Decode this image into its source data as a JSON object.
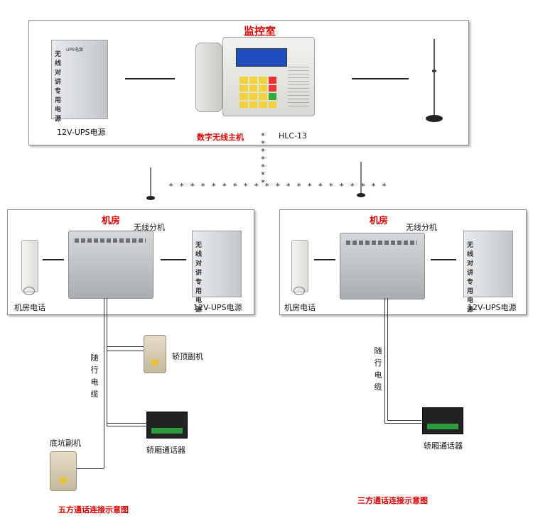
{
  "control_room": {
    "title": "监控室",
    "ups_label": "12V-UPS电源",
    "ups_panel_text": "无线对讲专用电源",
    "ups_brand": "UPS电源",
    "host_label": "数字无线主机",
    "model_label": "HLC-13"
  },
  "machine_room_left": {
    "title": "机房",
    "unit_label": "无线分机",
    "phone_label": "机房电话",
    "ups_label": "12V-UPS电源",
    "ups_panel_text": "无线对讲专用电源",
    "cable_label": "随行电缆",
    "car_top_label": "轿顶副机",
    "car_intercom_label": "轿厢通话器",
    "pit_label": "底坑副机",
    "caption": "五方通话连接示意图"
  },
  "machine_room_right": {
    "title": "机房",
    "unit_label": "无线分机",
    "phone_label": "机房电话",
    "ups_label": "12V-UPS电源",
    "ups_panel_text": "无线对讲专用电源",
    "cable_label": "随行电缆",
    "car_intercom_label": "轿厢通话器",
    "caption": "三方通话连接示意图"
  },
  "signal_marks": "* * * * * * *   * * * * * * * * * * * * * *",
  "colors": {
    "accent": "#e00000",
    "border": "#8c8c8c"
  }
}
